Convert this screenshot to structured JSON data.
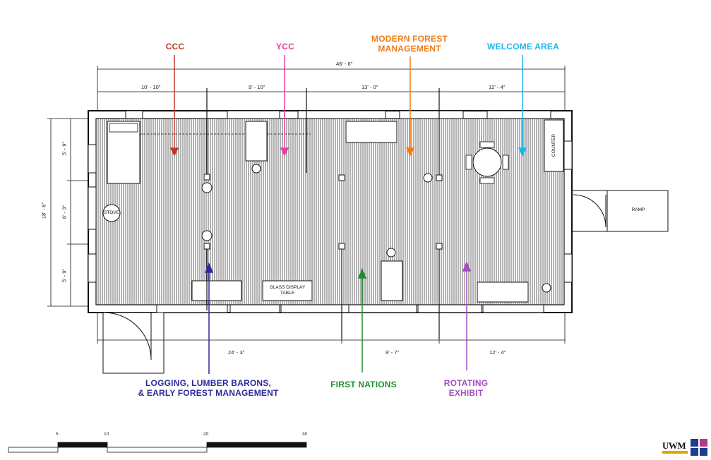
{
  "labels": {
    "ccc": "CCC",
    "ycc": "YCC",
    "modern_forest": "MODERN FOREST\nMANAGEMENT",
    "welcome": "WELCOME AREA",
    "logging": "LOGGING, LUMBER BARONS,\n& EARLY FOREST MANAGEMENT",
    "first_nations": "FIRST NATIONS",
    "rotating": "ROTATING\nEXHIBIT"
  },
  "colors": {
    "ccc": "#c0392b",
    "ycc": "#e83e9c",
    "modern_forest": "#ef7d1a",
    "welcome": "#1fb6e8",
    "logging": "#2b2a9a",
    "first_nations": "#1e8f2e",
    "rotating": "#a44bc2"
  },
  "dimensions": {
    "total_width": "46' - 6\"",
    "top_segments": [
      "10' - 10\"",
      "9' - 10\"",
      "13' - 0\"",
      "12' - 4\""
    ],
    "bottom_segments": [
      "24' - 3\"",
      "9' - 7\"",
      "12' - 4\""
    ],
    "total_height": "18' - 6\"",
    "left_segments": [
      "5' - 9\"",
      "6' - 3\"",
      "5' - 9\""
    ]
  },
  "fixtures": {
    "stove": "STOVE",
    "counter": "COUNTER",
    "ramp": "RAMP",
    "glass_table": "GLASS DISPLAY\nTABLE"
  },
  "scale": {
    "ticks": [
      "5",
      "10",
      "20",
      "30"
    ]
  },
  "logo": {
    "text": "UWM"
  }
}
